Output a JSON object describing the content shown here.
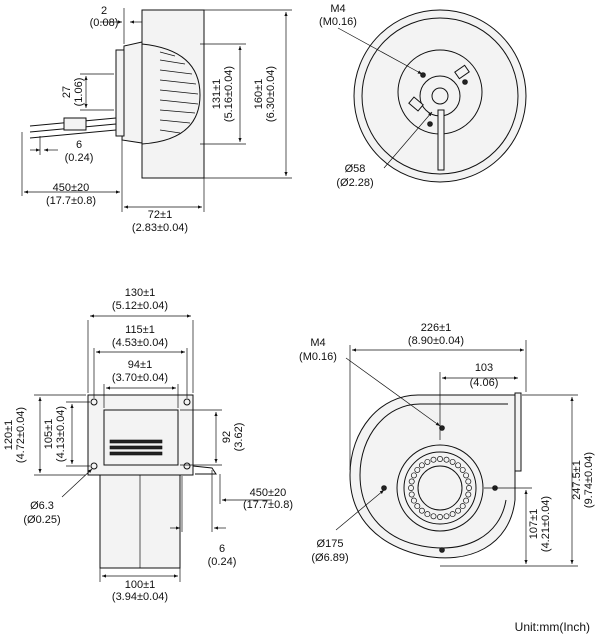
{
  "side_view": {
    "gap_mm": "2",
    "gap_in": "(0.08)",
    "flange_mm": "27",
    "flange_in": "(1.06)",
    "lead_mm": "6",
    "lead_in": "(0.24)",
    "cable_mm": "450±20",
    "cable_in": "(17.7±0.8)",
    "width_mm": "72±1",
    "width_in": "(2.83±0.04)",
    "inner_mm": "131±1",
    "inner_in": "(5.16±0.04)",
    "outer_mm": "160±1",
    "outer_in": "(6.30±0.04)"
  },
  "front_view": {
    "thread": "M4",
    "thread_in": "(M0.16)",
    "dia_mm": "Ø58",
    "dia_in": "(Ø2.28)"
  },
  "outlet_view": {
    "w130_mm": "130±1",
    "w130_in": "(5.12±0.04)",
    "w115_mm": "115±1",
    "w115_in": "(4.53±0.04)",
    "w94_mm": "94±1",
    "w94_in": "(3.70±0.04)",
    "h120_mm": "120±1",
    "h120_in": "(4.72±0.04)",
    "h105_mm": "105±1",
    "h105_in": "(4.13±0.04)",
    "h92_mm": "92",
    "h92_in": "(3.62)",
    "hole_mm": "Ø6.3",
    "hole_in": "(Ø0.25)",
    "cable_mm": "450±20",
    "cable_in": "(17.7±0.8)",
    "lead_mm": "6",
    "lead_in": "(0.24)",
    "w100_mm": "100±1",
    "w100_in": "(3.94±0.04)"
  },
  "scroll_view": {
    "thread": "M4",
    "thread_in": "(M0.16)",
    "w226_mm": "226±1",
    "w226_in": "(8.90±0.04)",
    "w103_mm": "103",
    "w103_in": "(4.06)",
    "h247_mm": "247.5±1",
    "h247_in": "(9.74±0.04)",
    "h107_mm": "107±1",
    "h107_in": "(4.21±0.04)",
    "dia_mm": "Ø175",
    "dia_in": "(Ø6.89)"
  },
  "unit_label": "Unit:mm(Inch)"
}
